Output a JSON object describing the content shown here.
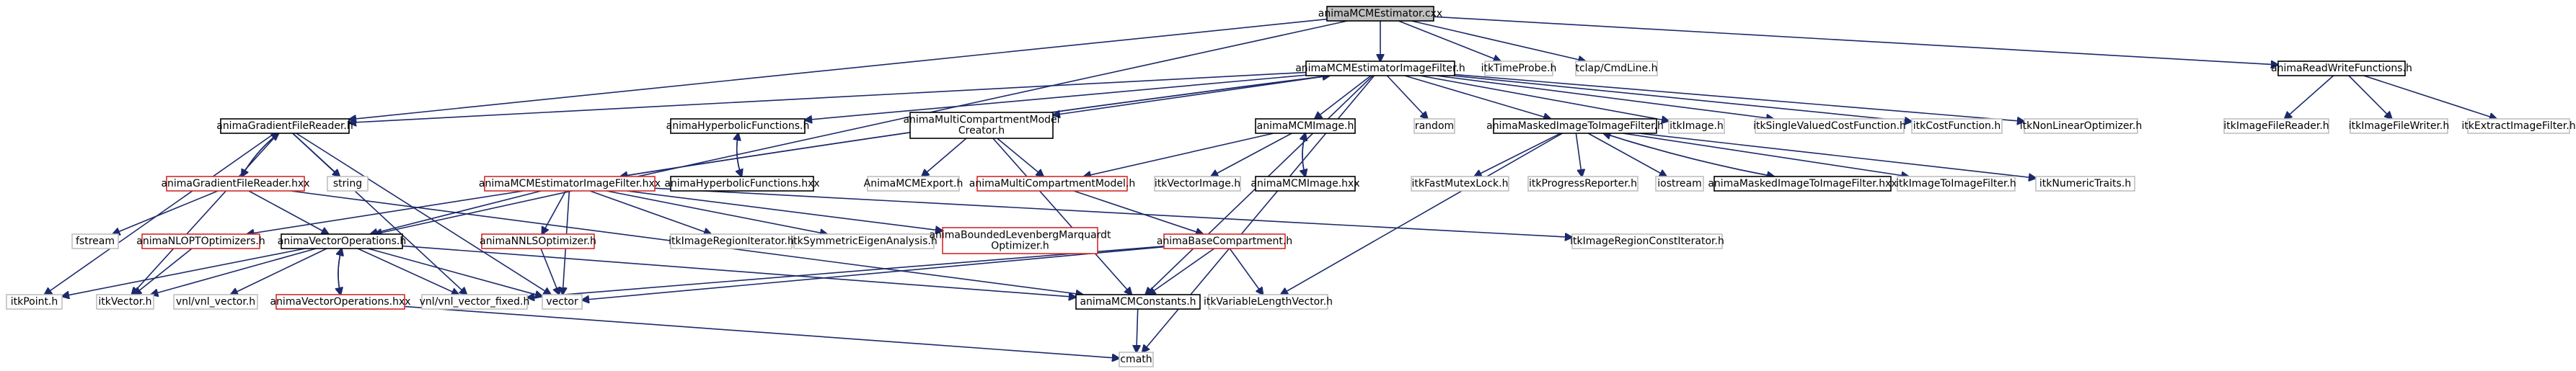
{
  "diagram": {
    "type": "include-dependency-graph",
    "colors": {
      "edge": "#1c2a6b",
      "root_fill": "#bfbfbf",
      "default_border": "#000000",
      "red_border": "#d42a2a",
      "gray_border": "#bfbfbf",
      "text": "#000000"
    },
    "nodes": [
      {
        "id": "root",
        "label": "animaMCMEstimator.cxx",
        "style": "root"
      },
      {
        "id": "efh",
        "label": "animaMCMEstimatorImageFilter.h",
        "style": "black"
      },
      {
        "id": "probe",
        "label": "itkTimeProbe.h",
        "style": "gray"
      },
      {
        "id": "tclap",
        "label": "tclap/CmdLine.h",
        "style": "gray"
      },
      {
        "id": "rwf",
        "label": "animaReadWriteFunctions.h",
        "style": "black"
      },
      {
        "id": "gfr",
        "label": "animaGradientFileReader.h",
        "style": "black"
      },
      {
        "id": "hyp",
        "label": "animaHyperbolicFunctions.h",
        "style": "black"
      },
      {
        "id": "mcmc",
        "label": [
          "animaMultiCompartmentModel",
          "Creator.h"
        ],
        "style": "black"
      },
      {
        "id": "mcmimg",
        "label": "animaMCMImage.h",
        "style": "black"
      },
      {
        "id": "random",
        "label": "random",
        "style": "gray"
      },
      {
        "id": "mitf",
        "label": "animaMaskedImageToImageFilter.h",
        "style": "black"
      },
      {
        "id": "itkimg",
        "label": "itkImage.h",
        "style": "gray"
      },
      {
        "id": "svcf",
        "label": "itkSingleValuedCostFunction.h",
        "style": "gray"
      },
      {
        "id": "cf",
        "label": "itkCostFunction.h",
        "style": "gray"
      },
      {
        "id": "nlo",
        "label": "itkNonLinearOptimizer.h",
        "style": "gray"
      },
      {
        "id": "ifr",
        "label": "itkImageFileReader.h",
        "style": "gray"
      },
      {
        "id": "ifw",
        "label": "itkImageFileWriter.h",
        "style": "gray"
      },
      {
        "id": "eif",
        "label": "itkExtractImageFilter.h",
        "style": "gray"
      },
      {
        "id": "gfrx",
        "label": "animaGradientFileReader.hxx",
        "style": "red"
      },
      {
        "id": "string",
        "label": "string",
        "style": "gray"
      },
      {
        "id": "efhx",
        "label": "animaMCMEstimatorImageFilter.hxx",
        "style": "red"
      },
      {
        "id": "hypx",
        "label": "animaHyperbolicFunctions.hxx",
        "style": "black"
      },
      {
        "id": "export",
        "label": "AnimaMCMExport.h",
        "style": "gray"
      },
      {
        "id": "mcm",
        "label": "animaMultiCompartmentModel.h",
        "style": "red"
      },
      {
        "id": "vimg",
        "label": "itkVectorImage.h",
        "style": "gray"
      },
      {
        "id": "mcmimgx",
        "label": "animaMCMImage.hxx",
        "style": "black"
      },
      {
        "id": "fml",
        "label": "itkFastMutexLock.h",
        "style": "gray"
      },
      {
        "id": "prog",
        "label": "itkProgressReporter.h",
        "style": "gray"
      },
      {
        "id": "iostream",
        "label": "iostream",
        "style": "gray"
      },
      {
        "id": "mitfx",
        "label": "animaMaskedImageToImageFilter.hxx",
        "style": "black"
      },
      {
        "id": "itif",
        "label": "itkImageToImageFilter.h",
        "style": "gray"
      },
      {
        "id": "ntr",
        "label": "itkNumericTraits.h",
        "style": "gray"
      },
      {
        "id": "fstream",
        "label": "fstream",
        "style": "gray"
      },
      {
        "id": "nlopt",
        "label": "animaNLOPTOptimizers.h",
        "style": "red"
      },
      {
        "id": "vops",
        "label": "animaVectorOperations.h",
        "style": "black"
      },
      {
        "id": "nnls",
        "label": "animaNNLSOptimizer.h",
        "style": "red"
      },
      {
        "id": "iri",
        "label": "itkImageRegionIterator.h",
        "style": "gray"
      },
      {
        "id": "sea",
        "label": "itkSymmetricEigenAnalysis.h",
        "style": "gray"
      },
      {
        "id": "blm",
        "label": [
          "animaBoundedLevenbergMarquardt",
          "Optimizer.h"
        ],
        "style": "red"
      },
      {
        "id": "bc",
        "label": "animaBaseCompartment.h",
        "style": "red"
      },
      {
        "id": "irci",
        "label": "itkImageRegionConstIterator.h",
        "style": "gray"
      },
      {
        "id": "point",
        "label": "itkPoint.h",
        "style": "gray"
      },
      {
        "id": "vec",
        "label": "itkVector.h",
        "style": "gray"
      },
      {
        "id": "vnlv",
        "label": "vnl/vnl_vector.h",
        "style": "gray"
      },
      {
        "id": "vopsx",
        "label": "animaVectorOperations.hxx",
        "style": "red"
      },
      {
        "id": "vnlvf",
        "label": "vnl/vnl_vector_fixed.h",
        "style": "gray"
      },
      {
        "id": "vector",
        "label": "vector",
        "style": "gray"
      },
      {
        "id": "consts",
        "label": "animaMCMConstants.h",
        "style": "black"
      },
      {
        "id": "vlv",
        "label": "itkVariableLengthVector.h",
        "style": "gray"
      },
      {
        "id": "cmath",
        "label": "cmath",
        "style": "gray"
      }
    ],
    "edges": [
      [
        "root",
        "efh"
      ],
      [
        "root",
        "probe"
      ],
      [
        "root",
        "tclap"
      ],
      [
        "root",
        "rwf"
      ],
      [
        "root",
        "gfr"
      ],
      [
        "root",
        "vops"
      ],
      [
        "efh",
        "gfr"
      ],
      [
        "efh",
        "hyp"
      ],
      [
        "efh",
        "mcmc"
      ],
      [
        "efh",
        "mcmimg"
      ],
      [
        "efh",
        "random"
      ],
      [
        "efh",
        "mitf"
      ],
      [
        "efh",
        "itkimg"
      ],
      [
        "efh",
        "svcf"
      ],
      [
        "efh",
        "cf"
      ],
      [
        "efh",
        "nlo"
      ],
      [
        "efh",
        "efhx"
      ],
      [
        "efh",
        "consts"
      ],
      [
        "efh",
        "cmath"
      ],
      [
        "rwf",
        "ifr"
      ],
      [
        "rwf",
        "ifw"
      ],
      [
        "rwf",
        "eif"
      ],
      [
        "gfr",
        "gfrx"
      ],
      [
        "gfr",
        "string"
      ],
      [
        "gfr",
        "vector"
      ],
      [
        "gfr",
        "vnlvf"
      ],
      [
        "gfr",
        "vec"
      ],
      [
        "gfr",
        "point"
      ],
      [
        "gfrx",
        "gfr"
      ],
      [
        "gfrx",
        "fstream"
      ],
      [
        "gfrx",
        "vops"
      ],
      [
        "gfrx",
        "consts"
      ],
      [
        "hyp",
        "hypx"
      ],
      [
        "hypx",
        "hyp"
      ],
      [
        "mcmc",
        "export"
      ],
      [
        "mcmc",
        "mcm"
      ],
      [
        "mcmc",
        "consts"
      ],
      [
        "mcmimg",
        "mcm"
      ],
      [
        "mcmimg",
        "vimg"
      ],
      [
        "mcmimg",
        "mcmimgx"
      ],
      [
        "mcmimgx",
        "mcmimg"
      ],
      [
        "mitf",
        "fml"
      ],
      [
        "mitf",
        "prog"
      ],
      [
        "mitf",
        "iostream"
      ],
      [
        "mitf",
        "mitfx"
      ],
      [
        "mitf",
        "itif"
      ],
      [
        "mitf",
        "ntr"
      ],
      [
        "mitf",
        "vlv"
      ],
      [
        "mitfx",
        "mitf"
      ],
      [
        "efhx",
        "efh"
      ],
      [
        "efhx",
        "nlopt"
      ],
      [
        "efhx",
        "vops"
      ],
      [
        "efhx",
        "nnls"
      ],
      [
        "efhx",
        "iri"
      ],
      [
        "efhx",
        "sea"
      ],
      [
        "efhx",
        "blm"
      ],
      [
        "efhx",
        "irci"
      ],
      [
        "efhx",
        "vector"
      ],
      [
        "mcm",
        "bc"
      ],
      [
        "nlopt",
        "vec"
      ],
      [
        "vops",
        "point"
      ],
      [
        "vops",
        "vec"
      ],
      [
        "vops",
        "vnlv"
      ],
      [
        "vops",
        "vopsx"
      ],
      [
        "vops",
        "vnlvf"
      ],
      [
        "vops",
        "vector"
      ],
      [
        "vops",
        "consts"
      ],
      [
        "vopsx",
        "vops"
      ],
      [
        "vopsx",
        "cmath"
      ],
      [
        "nnls",
        "vector"
      ],
      [
        "bc",
        "vector"
      ],
      [
        "bc",
        "consts"
      ],
      [
        "bc",
        "vlv"
      ],
      [
        "bc",
        "vnlvf"
      ],
      [
        "consts",
        "cmath"
      ]
    ]
  }
}
